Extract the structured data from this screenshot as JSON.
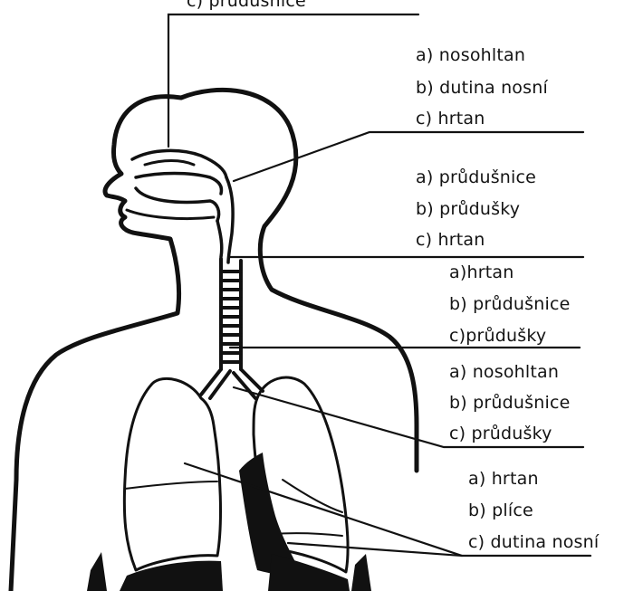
{
  "top_cut_label": "c) průdušnice",
  "colors": {
    "ink": "#111111",
    "paper": "#ffffff"
  },
  "question_groups": [
    {
      "options": [
        "a) nosohltan",
        "b) dutina nosní",
        "c) hrtan"
      ]
    },
    {
      "options": [
        "a) průdušnice",
        "b) průdušky",
        "c) hrtan"
      ]
    },
    {
      "options": [
        "a)hrtan",
        "b) průdušnice",
        "c)průdušky"
      ]
    },
    {
      "options": [
        "a) nosohltan",
        "b) průdušnice",
        "c) průdušky"
      ]
    },
    {
      "options": [
        "a) hrtan",
        "b) plíce",
        "c) dutina nosní"
      ]
    }
  ]
}
